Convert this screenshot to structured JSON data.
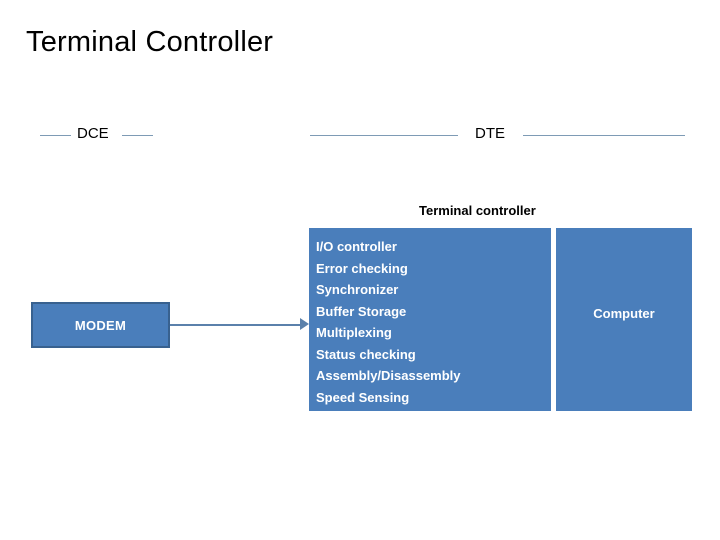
{
  "slide": {
    "title": "Terminal Controller",
    "background_color": "#ffffff"
  },
  "sections": {
    "dce": {
      "label": "DCE"
    },
    "dte": {
      "label": "DTE"
    },
    "rule_color": "#7e9bb5"
  },
  "diagram": {
    "caption": "Terminal controller",
    "modem": {
      "label": "MODEM",
      "fill_color": "#4a7ebb",
      "border_color": "#38618f"
    },
    "connector": {
      "color": "#5b81ab",
      "direction": "right"
    },
    "controller": {
      "fill_color": "#4a7ebb",
      "functions": [
        "I/O controller",
        "Error checking",
        "Synchronizer",
        "Buffer Storage",
        "Multiplexing",
        "Status checking",
        "Assembly/Disassembly",
        "Speed Sensing"
      ]
    },
    "computer": {
      "label": "Computer",
      "fill_color": "#4a7ebb"
    }
  }
}
